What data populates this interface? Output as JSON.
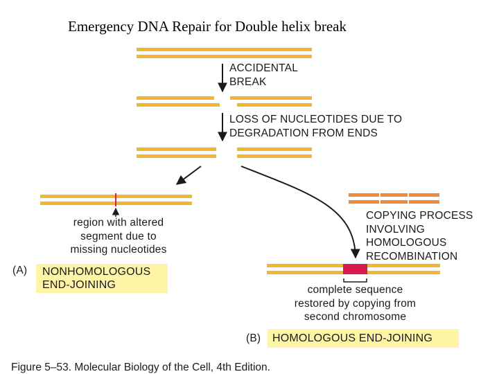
{
  "title": "Emergency DNA Repair for Double helix break",
  "steps": {
    "break": [
      "ACCIDENTAL",
      "BREAK"
    ],
    "loss": [
      "LOSS OF NUCLEOTIDES DUE TO",
      "DEGRADATION FROM ENDS"
    ],
    "copying": [
      "COPYING PROCESS",
      "INVOLVING",
      "HOMOLOGOUS",
      "RECOMBINATION"
    ]
  },
  "notes": {
    "altered": [
      "region with altered",
      "segment due to",
      "missing nucleotides"
    ],
    "restored": [
      "complete sequence",
      "restored by copying from",
      "second chromosome"
    ]
  },
  "pathways": {
    "a": {
      "letter": "(A)",
      "lines": [
        "NONHOMOLOGOUS",
        "END-JOINING"
      ]
    },
    "b": {
      "letter": "(B)",
      "lines": [
        "HOMOLOGOUS END-JOINING"
      ]
    }
  },
  "figure_caption": "Figure 5–53. Molecular Biology of the Cell, 4th Edition.",
  "colors": {
    "dna_strand": "#f2b632",
    "homolog_strand": "#ef8a3a",
    "repair_segment": "#d81b4a",
    "highlight_box": "#fff5a6",
    "arrow": "#1a1a1a"
  }
}
